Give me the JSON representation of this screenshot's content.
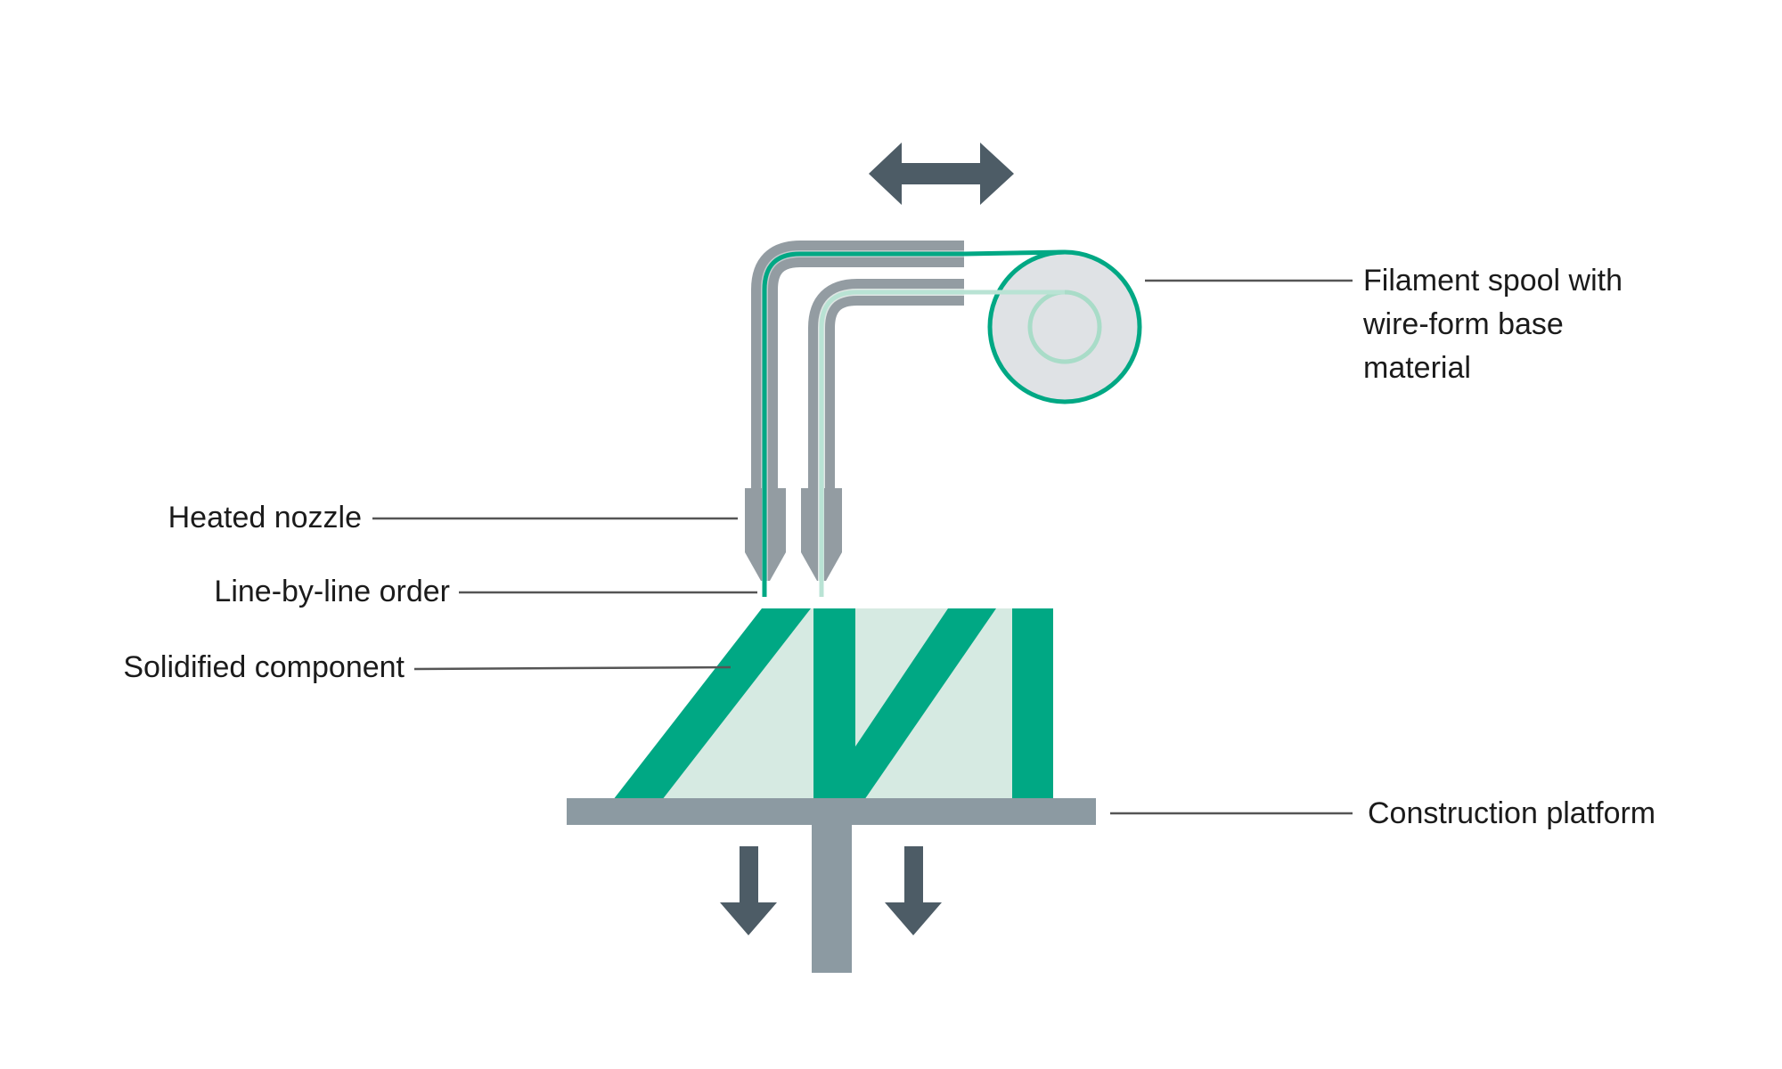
{
  "labels": {
    "filament_spool": [
      "Filament spool with",
      "wire-form base",
      "material"
    ],
    "heated_nozzle": "Heated nozzle",
    "line_by_line": "Line-by-line order",
    "solidified_component": "Solidified component",
    "construction_platform": "Construction platform"
  },
  "colors": {
    "accent_green": "#00a884",
    "light_green": "#d6eae2",
    "pale_green": "#b9e3d4",
    "tube_gray": "#939ca2",
    "tube_light": "#c3c9cc",
    "arrow_dark": "#4d5c66",
    "platform_gray": "#8c9aa2",
    "spool_fill": "#dfe2e5",
    "leader": "#555555"
  },
  "icons": {
    "motion_horizontal": "double-arrow-horizontal-icon",
    "platform_down": "arrow-down-icon"
  }
}
